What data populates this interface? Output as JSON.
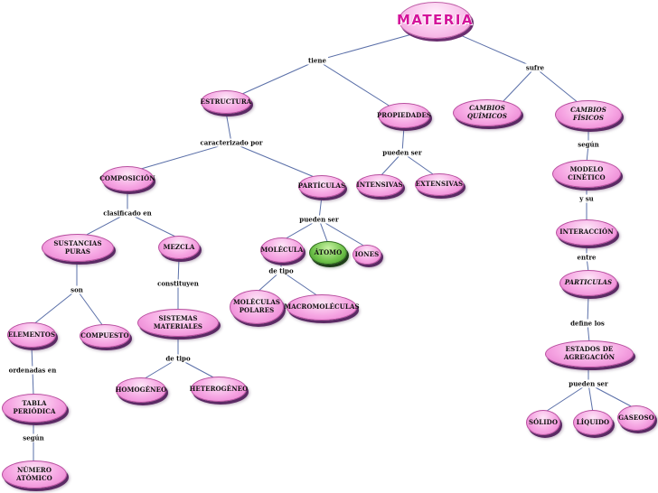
{
  "nodes": {
    "materia": "MATERIA",
    "estructura": "ESTRUCTURA",
    "propiedades": "PROPIEDADES",
    "cambios_quimicos": "CAMBIOS QUÍMICOS",
    "cambios_fisicos": "CAMBIOS FÍSICOS",
    "composicion": "COMPOSICIÓN",
    "particulas": "PARTÍCULAS",
    "intensivas": "INTENSIVAS",
    "extensivas": "EXTENSIVAS",
    "modelo_cinetico": "MODELO CINÉTICO",
    "sustancias_puras": "SUSTANCIAS PURAS",
    "mezcla": "MEZCLA",
    "molecula": "MOLÉCULA",
    "atomo": "ÁTOMO",
    "iones": "IONES",
    "interaccion": "INTERACCIÓN",
    "particulas_2": "PARTICULAS",
    "moleculas_polares": "MOLÉCULAS POLARES",
    "macromoleculas": "MACROMOLÉCULAS",
    "elementos": "ELEMENTOS",
    "compuesto": "COMPUESTO",
    "sistemas_materiales": "SISTEMAS MATERIALES",
    "estados_agregacion": "ESTADOS DE AGREGACIÓN",
    "homogeneo": "HOMOGÉNEO",
    "heterogeneo": "HETEROGÉNEO",
    "tabla_periodica": "TABLA PERIÓDICA",
    "solido": "SÓLIDO",
    "liquido": "LÍQUIDO",
    "gaseoso": "GASEOSO",
    "numero_atomico": "NÚMERO ATÓMICO"
  },
  "labels": {
    "tiene": "tiene",
    "sufre": "sufre",
    "caracterizado_por": "caracterizado por",
    "pueden_ser_prop": "pueden ser",
    "segun_cf": "según",
    "y_su": "y su",
    "clasificado_en": "clasificado en",
    "pueden_ser_part": "pueden ser",
    "entre": "entre",
    "de_tipo_mol": "de tipo",
    "son": "son",
    "constituyen": "constituyen",
    "define_los": "define los",
    "ordenadas_en": "ordenadas en",
    "de_tipo_sis": "de tipo",
    "pueden_ser_est": "pueden ser",
    "segun_tp": "según"
  },
  "colors": {
    "node_fill": "#f6a6e3",
    "node_shadow": "#5b2a64",
    "atomo_fill": "#6fc24a",
    "title_text": "#d4149b",
    "line": "#5a6fa8"
  }
}
